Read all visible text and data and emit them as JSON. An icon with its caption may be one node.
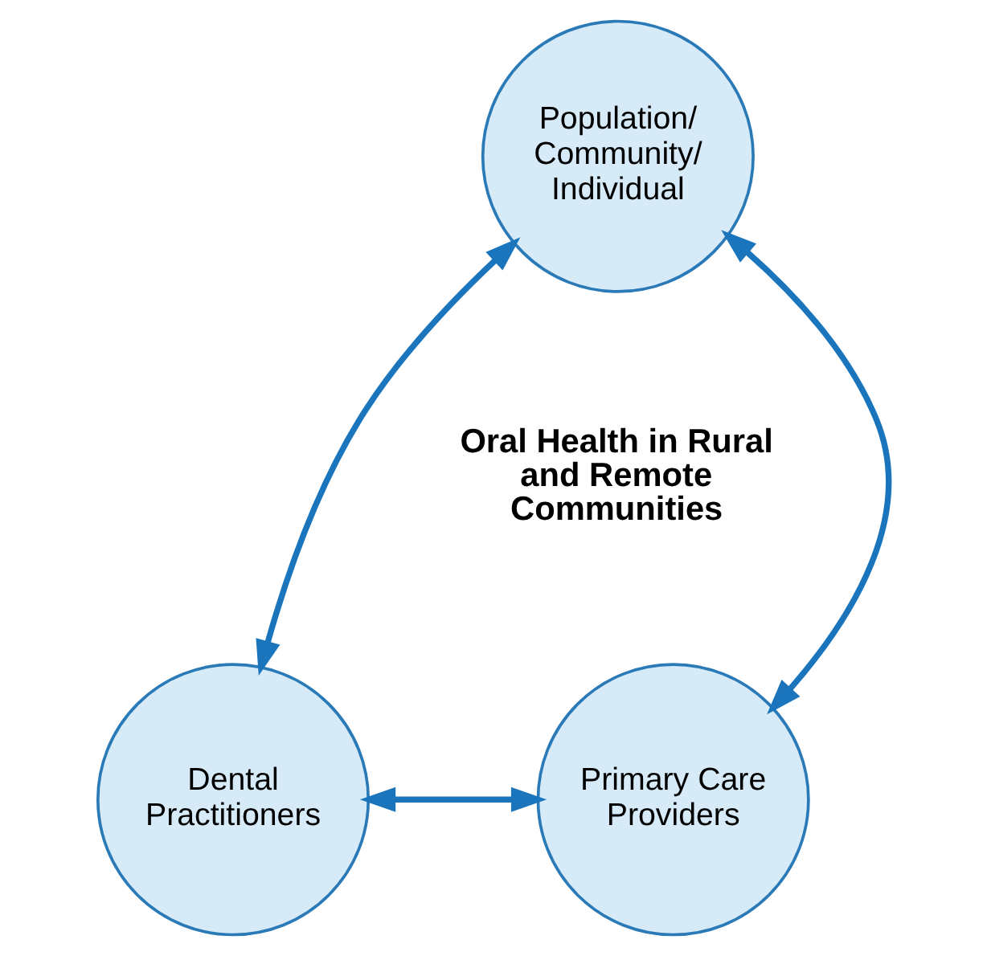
{
  "diagram": {
    "nodes": [
      {
        "text": [
          "Population/ Community/ Individual"
        ]
      },
      {
        "text": [
          "Primary Care Providers"
        ]
      },
      {
        "text": [
          "Dental Practitioners"
        ]
      }
    ],
    "edges": [
      {
        "from": 1,
        "to": 0,
        "arrow": "both"
      },
      {
        "from": 0,
        "to": 2,
        "arrow": "both"
      },
      {
        "from": 1,
        "to": 2,
        "arrow": "both"
      }
    ],
    "labels": [
      "Oral Health in Rural and Remote Communities"
    ]
  }
}
